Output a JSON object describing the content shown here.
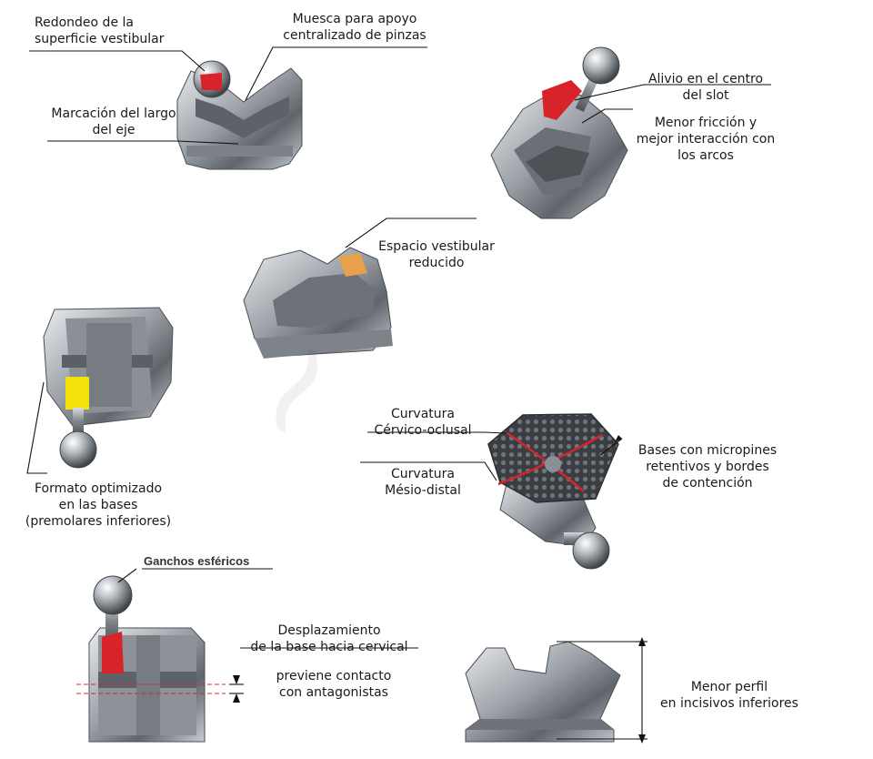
{
  "labels": {
    "redondeo": [
      "Redondeo de la",
      "superficie vestibular"
    ],
    "muesca": [
      "Muesca para apoyo",
      "centralizado de pinzas"
    ],
    "marcacion": [
      "Marcación del largo",
      "del eje"
    ],
    "alivio": [
      "Alivio en el centro",
      "del slot"
    ],
    "menor_friccion": [
      "Menor fricción y",
      "mejor interacción con",
      "los arcos"
    ],
    "espacio": [
      "Espacio vestibular",
      "reducido"
    ],
    "formato": [
      "Formato optimizado",
      "en las bases",
      "(premolares inferiores)"
    ],
    "curv_co": [
      "Curvatura",
      "Cérvico-oclusal"
    ],
    "curv_md": [
      "Curvatura",
      "Mésio-distal"
    ],
    "bases": [
      "Bases con micropines",
      "retentivos y bordes",
      "de contención"
    ],
    "ganchos": "Ganchos esféricos",
    "desplazamiento": [
      "Desplazamiento",
      "de la base hacia cervical"
    ],
    "previene": [
      "previene contacto",
      "con antagonistas"
    ],
    "menor_perfil": [
      "Menor perfil",
      "en incisivos inferiores"
    ]
  },
  "colors": {
    "red_accent": "#d9232a",
    "orange_accent": "#e8a04a",
    "yellow_accent": "#f2e10a",
    "metal": "#9aa0a6"
  },
  "icons": {
    "hook": "spherical-hook",
    "bracket": "orthodontic-bracket"
  }
}
